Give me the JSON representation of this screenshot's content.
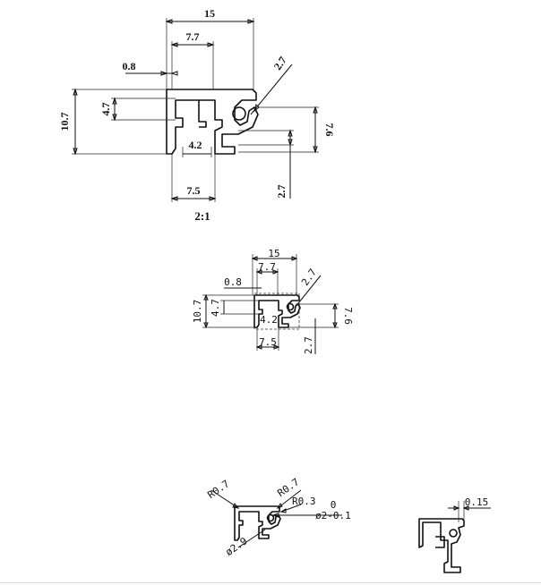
{
  "view_1": {
    "dim_width": "15",
    "dim_offset": "7.7",
    "dim_wall": "0.8",
    "dim_corner": "2.7",
    "dim_height": "10.7",
    "dim_depth": "4.7",
    "dim_slot": "4.2",
    "dim_lip": "7.6",
    "dim_bottom": "7.5",
    "dim_tail": "2.7",
    "scale": "2:1"
  },
  "view_2": {
    "dim_width": "15",
    "dim_offset": "7.7",
    "dim_wall": "0.8",
    "dim_corner": "2.7",
    "dim_height": "10.7",
    "dim_depth": "4.7",
    "dim_slot": "4.2",
    "dim_lip": "7.6",
    "dim_bottom": "7.5",
    "dim_tail": "2.7"
  },
  "view_3": {
    "radius_left": "R0.7",
    "radius_right": "R0.7",
    "radius_inner": "R0.3",
    "tol_upper": "0",
    "bore": "ø2-0.1",
    "diameter": "ø2.9"
  },
  "view_4": {
    "thickness": "0.15"
  }
}
